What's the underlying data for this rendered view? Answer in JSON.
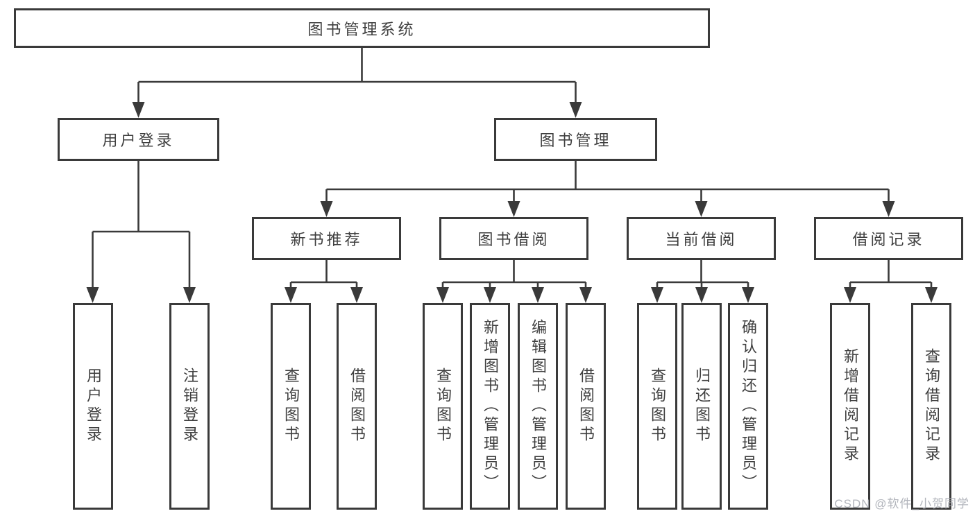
{
  "diagram": {
    "tree": {
      "label": "图书管理系统",
      "children": [
        {
          "label": "用户登录",
          "children": [
            {
              "label": "用户登录"
            },
            {
              "label": "注销登录"
            }
          ]
        },
        {
          "label": "图书管理",
          "children": [
            {
              "label": "新书推荐",
              "children": [
                {
                  "label": "查询图书"
                },
                {
                  "label": "借阅图书"
                }
              ]
            },
            {
              "label": "图书借阅",
              "children": [
                {
                  "label": "查询图书"
                },
                {
                  "label": "新增图书（管理员）"
                },
                {
                  "label": "编辑图书（管理员）"
                },
                {
                  "label": "借阅图书"
                }
              ]
            },
            {
              "label": "当前借阅",
              "children": [
                {
                  "label": "查询图书"
                },
                {
                  "label": "归还图书"
                },
                {
                  "label": "确认归还（管理员）"
                }
              ]
            },
            {
              "label": "借阅记录",
              "children": [
                {
                  "label": "新增借阅记录"
                },
                {
                  "label": "查询借阅记录"
                }
              ]
            }
          ]
        }
      ]
    },
    "colors": {
      "line": "#3a3a3a",
      "text": "#3f3f3f",
      "background": "#ffffff",
      "watermark": "#a5a9b1"
    }
  },
  "watermark": {
    "text": "CSDN @软件_小贺同学"
  }
}
